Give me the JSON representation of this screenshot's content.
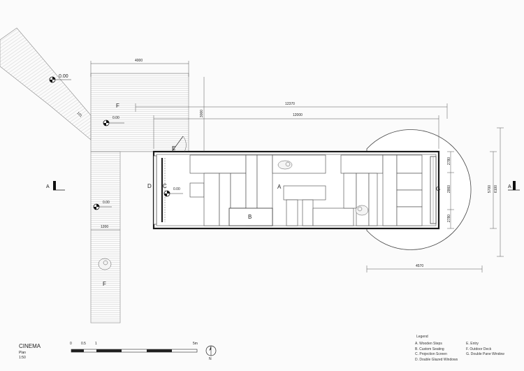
{
  "drawing": {
    "title": "CINEMA",
    "view": "Plan",
    "scale": "1:50",
    "north_label": "N"
  },
  "scale_bar": {
    "ticks": [
      "0",
      "0.5",
      "1",
      "5m"
    ]
  },
  "legend": {
    "title": "Legend",
    "col1": [
      "A. Wooden Steps",
      "B. Custom Seating",
      "C. Projection Screen",
      "D. Double Glazed Windows"
    ],
    "col2": [
      "E. Entry",
      "F. Outdoor Deck",
      "G. Double Pane Window"
    ]
  },
  "room_labels": {
    "a": "A",
    "b": "B",
    "c": "C",
    "d": "D",
    "e": "E",
    "f_top": "F",
    "f_bottom": "F",
    "g": "G"
  },
  "section_markers": {
    "left": "A",
    "right": "A"
  },
  "dimensions": {
    "d4000": "4000",
    "d12370": "12370",
    "d12000": "12000",
    "d3000": "3000",
    "d1200": "1200",
    "d4570": "4570",
    "d2780": "2780",
    "d2780b": "2780",
    "d2860": "2860",
    "d5700": "5700",
    "d6100": "6100",
    "d101": "101"
  },
  "levels": {
    "l1": "0.00",
    "l2": "0.00",
    "l3": "0.00",
    "l4": "0.00"
  },
  "colors": {
    "line": "#333333",
    "hatch": "#d4d4d4",
    "wall": "#1a1a1a"
  }
}
